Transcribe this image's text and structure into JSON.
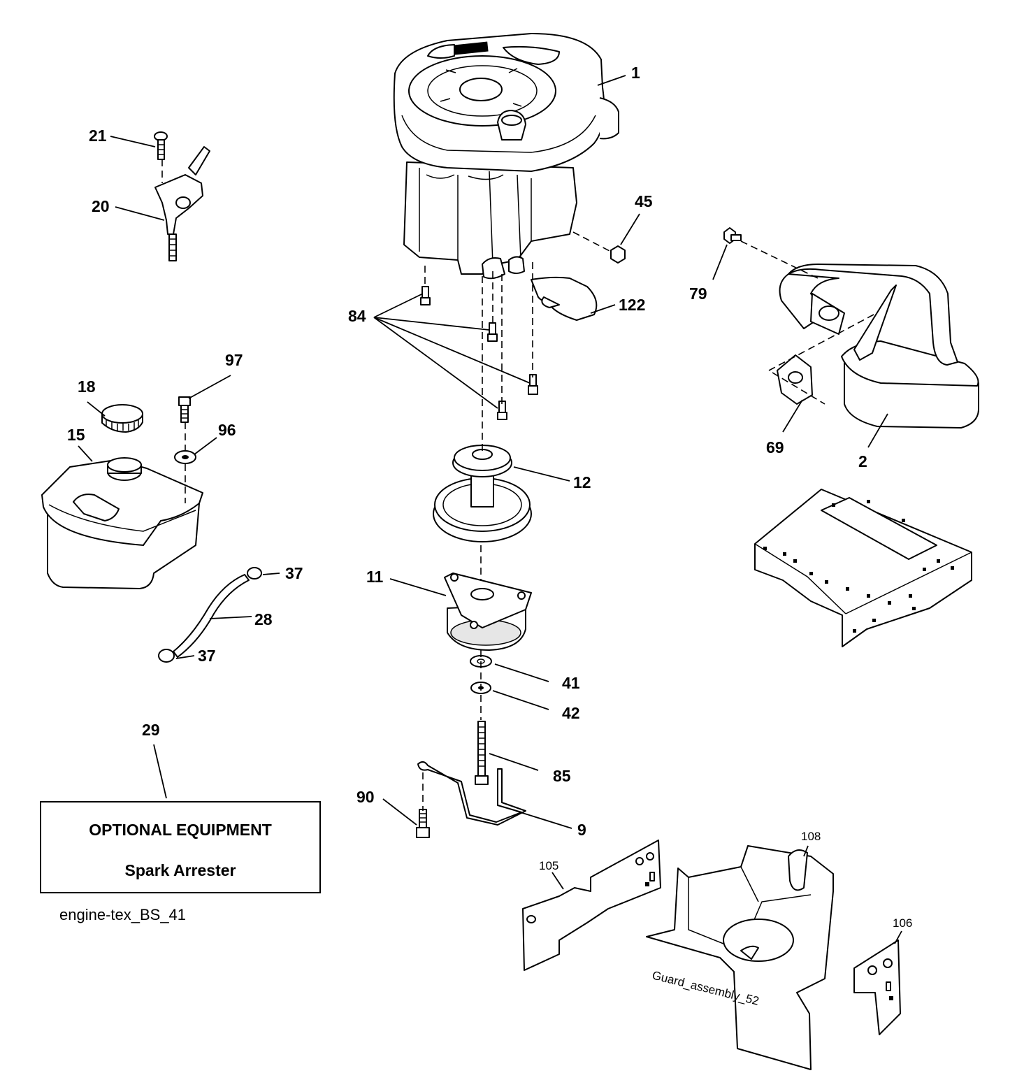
{
  "callouts": {
    "p1": "1",
    "p2": "2",
    "p9": "9",
    "p11": "11",
    "p12": "12",
    "p15": "15",
    "p18": "18",
    "p20": "20",
    "p21": "21",
    "p28": "28",
    "p29": "29",
    "p37a": "37",
    "p37b": "37",
    "p41": "41",
    "p42": "42",
    "p45": "45",
    "p69": "69",
    "p79": "79",
    "p84": "84",
    "p85": "85",
    "p90": "90",
    "p96": "96",
    "p97": "97",
    "p105": "105",
    "p106": "106",
    "p108": "108",
    "p122": "122"
  },
  "optional_box": {
    "heading": "OPTIONAL EQUIPMENT",
    "item": "Spark Arrester"
  },
  "drawing_id": "engine-tex_BS_41",
  "guard_stamp": "Guard_assembly_52"
}
